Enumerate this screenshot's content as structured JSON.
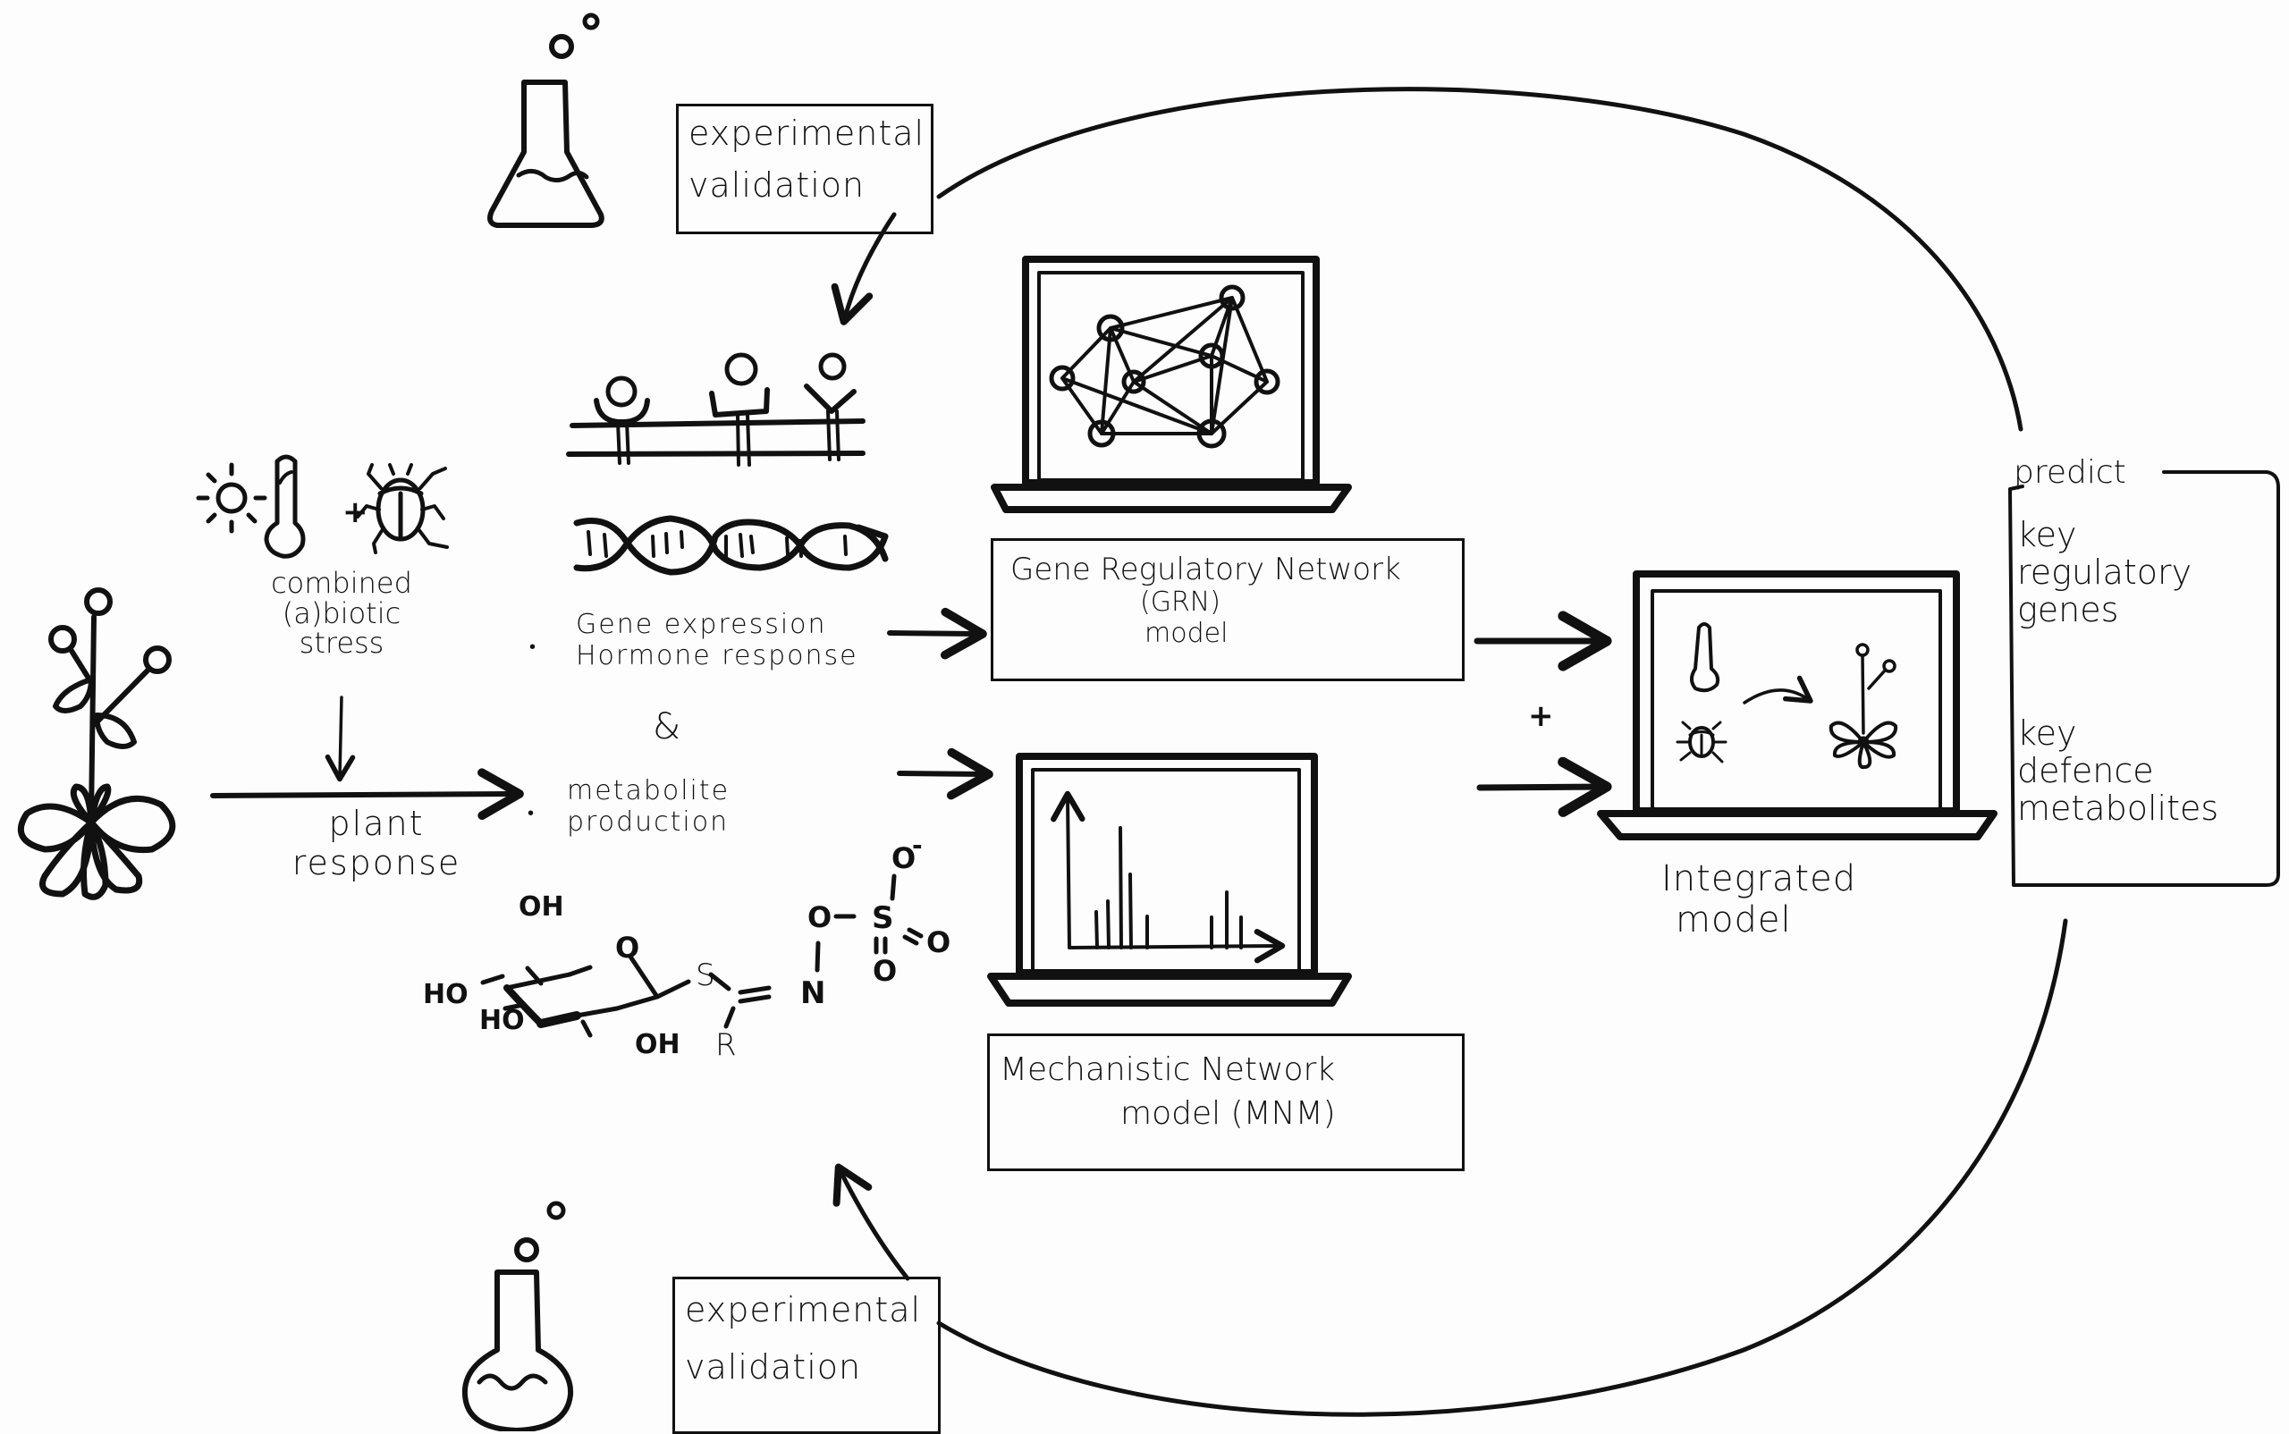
{
  "diagram": {
    "title": "Integrated modelling of plant responses to combined (a)biotic stress",
    "stress_input": {
      "label_lines": [
        "combined",
        "(a)biotic",
        "stress"
      ],
      "operator": "+",
      "icons": [
        "sun-icon",
        "thermometer-icon",
        "beetle-icon"
      ]
    },
    "plant_response": {
      "label_lines": [
        "plant",
        "response"
      ]
    },
    "omics_list": {
      "item1_lines": [
        "Gene expression",
        "Hormone response"
      ],
      "conjunction": "&",
      "item2_lines": [
        "metabolite",
        "production"
      ]
    },
    "molecule_labels": {
      "oh_top": "OH",
      "ho_left": "HO",
      "ho_lower": "HO",
      "oh_bottom": "OH",
      "ring_o": "O",
      "s": "S",
      "n": "N",
      "r": "R",
      "o_link": "O",
      "s_sulfate": "S",
      "o_minus": "O",
      "minus": "-",
      "o_double_right": "O",
      "o_double_down": "O"
    },
    "grn_model": {
      "label_lines": [
        "Gene Regulatory Network",
        "(GRN)",
        "model"
      ]
    },
    "mnm_model": {
      "label_lines": [
        "Mechanistic Network",
        "model (MNM)"
      ]
    },
    "integration_operator": "+",
    "integrated_model": {
      "label_lines": [
        "Integrated",
        "model"
      ]
    },
    "predict_box": {
      "heading": "predict",
      "group1_lines": [
        "key",
        "regulatory",
        "genes"
      ],
      "group2_lines": [
        "key",
        "defence",
        "metabolites"
      ]
    },
    "validation_top": {
      "label_lines": [
        "experimental",
        "validation"
      ]
    },
    "validation_bottom": {
      "label_lines": [
        "experimental",
        "validation"
      ]
    },
    "colors": {
      "ink": "#111111",
      "paper": "#fdfdfd"
    }
  }
}
